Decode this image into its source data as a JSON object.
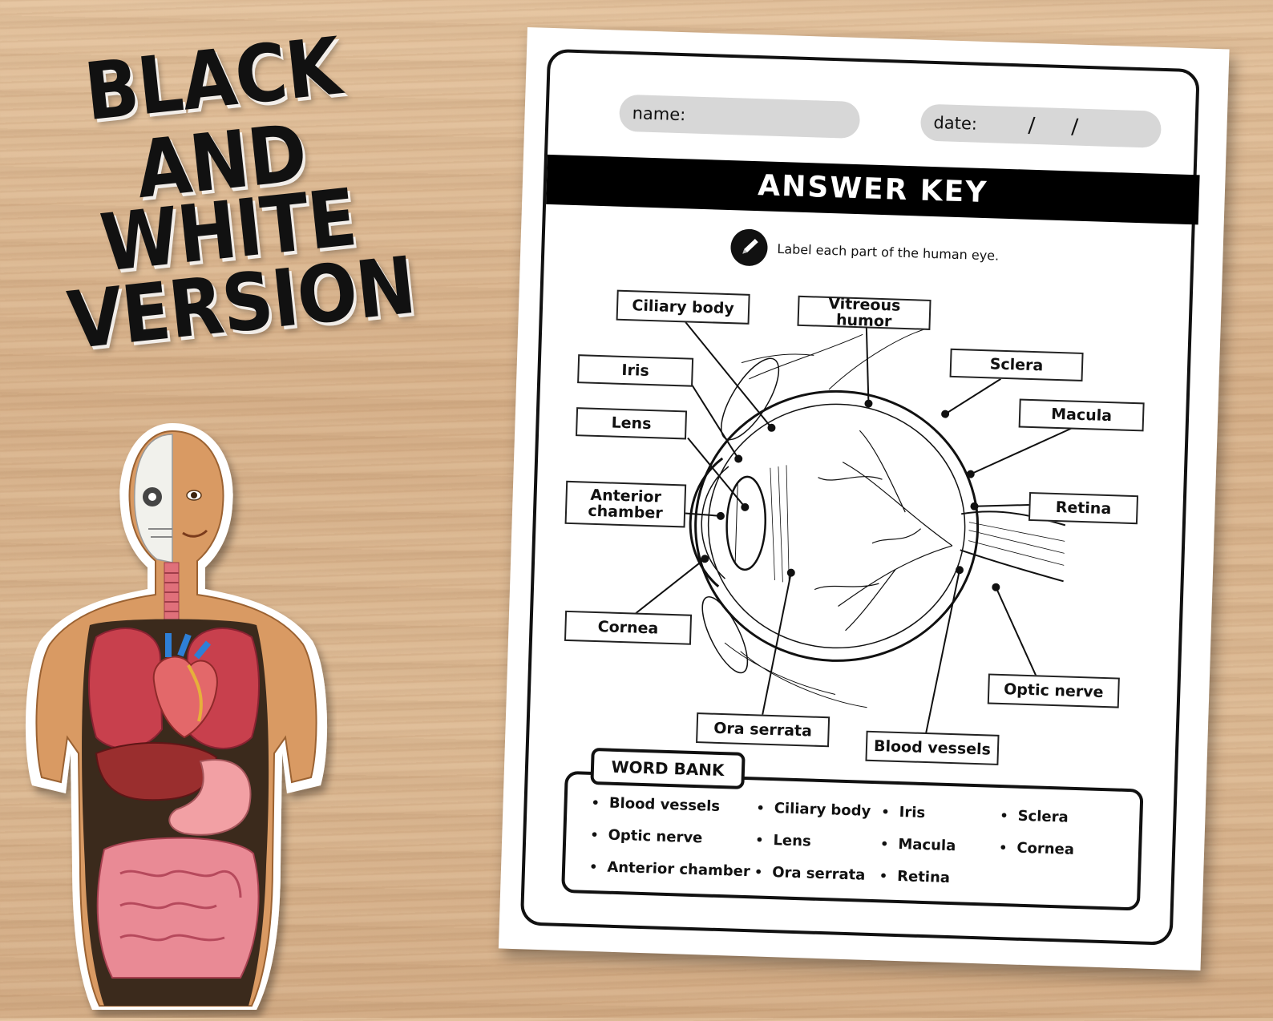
{
  "headline": {
    "lines": [
      "BLACK AND",
      "WHITE",
      "VERSION"
    ]
  },
  "worksheet": {
    "name_label": "name:",
    "date_label": "date:",
    "date_slash_1": "/",
    "date_slash_2": "/",
    "banner_title": "ANSWER KEY",
    "instruction": "Label each part of the human eye.",
    "labels": {
      "ciliary_body": "Ciliary body",
      "vitreous_humor": "Vitreous humor",
      "sclera": "Sclera",
      "iris": "Iris",
      "macula": "Macula",
      "lens": "Lens",
      "retina": "Retina",
      "anterior_chamber": "Anterior chamber",
      "cornea": "Cornea",
      "optic_nerve": "Optic nerve",
      "ora_serrata": "Ora serrata",
      "blood_vessels": "Blood vessels"
    },
    "word_bank": {
      "title": "WORD BANK",
      "items": [
        "Blood vessels",
        "Ciliary body",
        "Iris",
        "Sclera",
        "Optic nerve",
        "Lens",
        "Macula",
        "Cornea",
        "Anterior chamber",
        "Ora serrata",
        "Retina"
      ]
    }
  },
  "colors": {
    "wood": "#d9b58e",
    "ink": "#111111",
    "pill_gray": "#d7d7d7",
    "paper": "#ffffff"
  }
}
